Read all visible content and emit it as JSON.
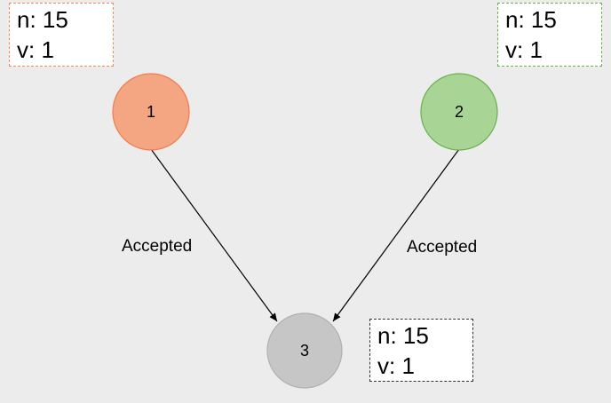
{
  "nodes": [
    {
      "id": "1",
      "label": "1",
      "fill": "#f4a582",
      "stroke": "#f07c4c"
    },
    {
      "id": "2",
      "label": "2",
      "fill": "#a8d596",
      "stroke": "#6ab04c"
    },
    {
      "id": "3",
      "label": "3",
      "fill": "#c6c6c6",
      "stroke": "#b0b0b0"
    }
  ],
  "edges": [
    {
      "from": "1",
      "to": "3",
      "label": "Accepted"
    },
    {
      "from": "2",
      "to": "3",
      "label": "Accepted"
    }
  ],
  "state_boxes": [
    {
      "node": "1",
      "n_line": "n: 15",
      "v_line": "v: 1",
      "border_color": "#f08a5d"
    },
    {
      "node": "2",
      "n_line": "n: 15",
      "v_line": "v: 1",
      "border_color": "#6ab04c"
    },
    {
      "node": "3",
      "n_line": "n: 15",
      "v_line": "v: 1",
      "border_color": "#333333"
    }
  ]
}
